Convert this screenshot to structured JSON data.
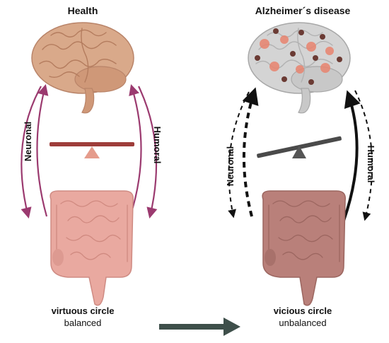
{
  "left_panel": {
    "title": "Health",
    "arrow_left_label": "Neuronal",
    "arrow_right_label": "Humoral",
    "caption_bold": "virtuous circle",
    "caption": "balanced"
  },
  "right_panel": {
    "title": "Alzheimer´s disease",
    "arrow_left_label": "Neuronal",
    "arrow_right_label": "Humoral",
    "caption_bold": "vicious circle",
    "caption": "unbalanced"
  },
  "colors": {
    "healthy_brain": "#d9a98a",
    "ad_brain": "#d4d4d4",
    "healthy_gut": "#e9a9a0",
    "ad_gut": "#b9807a",
    "plaque": "#e8846f",
    "tangle": "#6b3b34",
    "health_arrow": "#9b3a6f",
    "balance_bar_health": "#9e3d3a",
    "balance_bar_ad": "#4a4a4a",
    "transition_arrow": "#3e4f4a"
  }
}
